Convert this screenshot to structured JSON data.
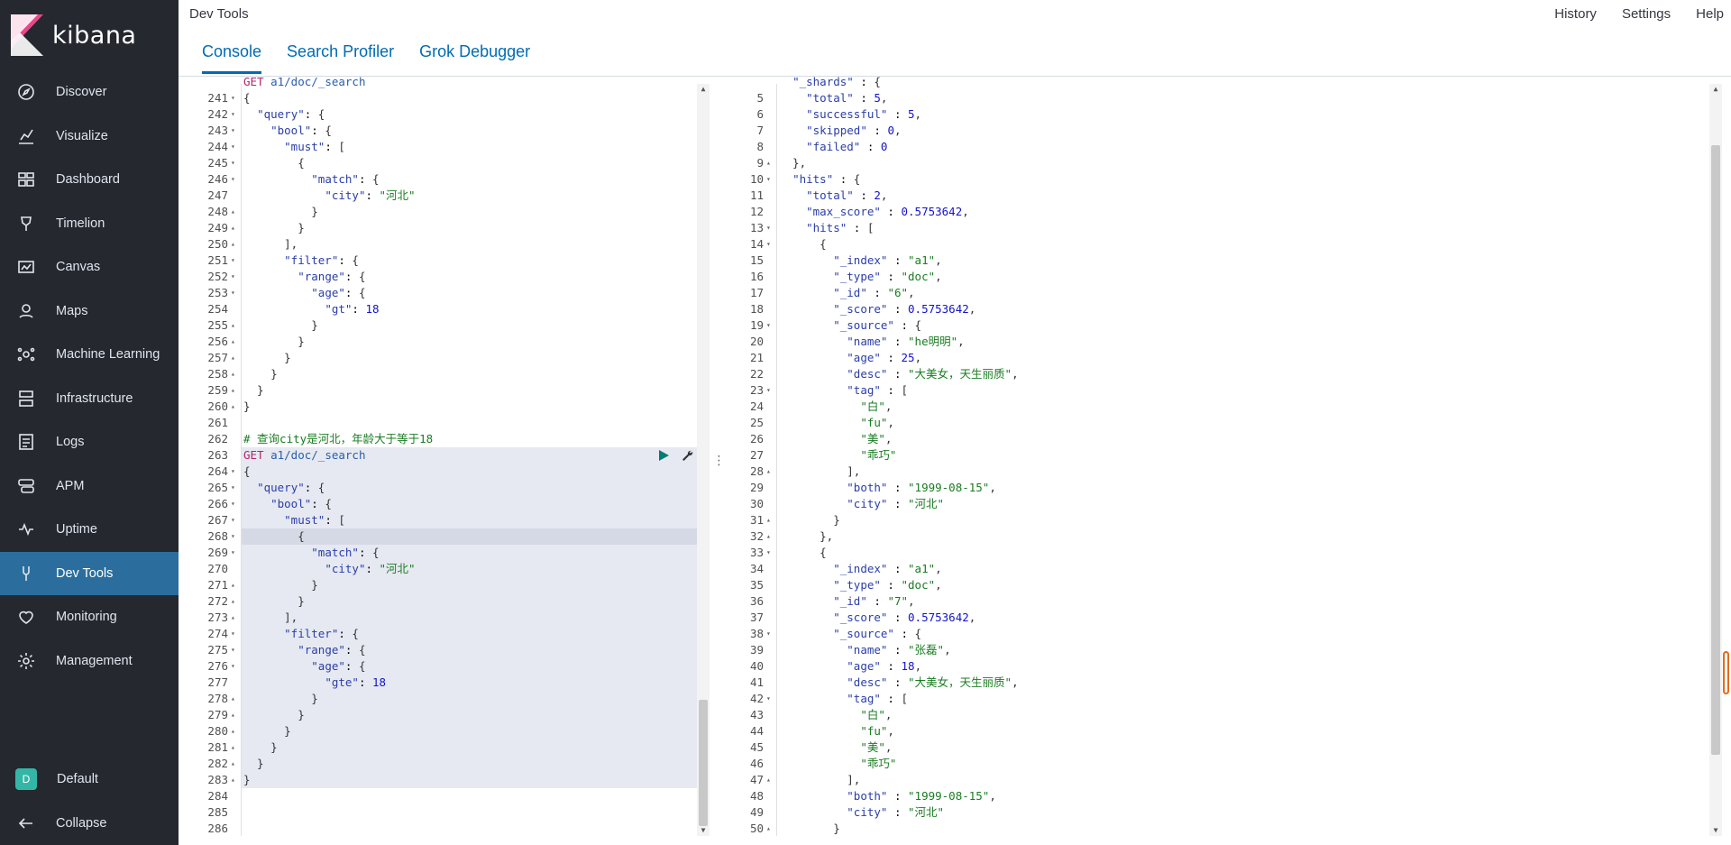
{
  "app": {
    "logo_text": "kibana",
    "title": "Dev Tools",
    "top_links": [
      "History",
      "Settings",
      "Help"
    ],
    "tabs": [
      {
        "label": "Console",
        "active": true
      },
      {
        "label": "Search Profiler",
        "active": false
      },
      {
        "label": "Grok Debugger",
        "active": false
      }
    ]
  },
  "sidebar": {
    "items": [
      {
        "label": "Discover",
        "icon": "compass-icon"
      },
      {
        "label": "Visualize",
        "icon": "chart-icon"
      },
      {
        "label": "Dashboard",
        "icon": "dashboard-icon"
      },
      {
        "label": "Timelion",
        "icon": "timelion-icon"
      },
      {
        "label": "Canvas",
        "icon": "canvas-icon"
      },
      {
        "label": "Maps",
        "icon": "map-icon"
      },
      {
        "label": "Machine Learning",
        "icon": "ml-icon"
      },
      {
        "label": "Infrastructure",
        "icon": "infrastructure-icon"
      },
      {
        "label": "Logs",
        "icon": "logs-icon"
      },
      {
        "label": "APM",
        "icon": "apm-icon"
      },
      {
        "label": "Uptime",
        "icon": "uptime-icon"
      },
      {
        "label": "Dev Tools",
        "icon": "wrench-icon",
        "active": true
      },
      {
        "label": "Monitoring",
        "icon": "heartbeat-icon"
      },
      {
        "label": "Management",
        "icon": "gear-icon"
      }
    ],
    "space": {
      "badge": "D",
      "label": "Default"
    },
    "collapse_label": "Collapse"
  },
  "colors": {
    "sidebar_bg": "#25282f",
    "active_nav": "#2b6e9e",
    "tab_accent": "#006bb4",
    "space_badge": "#34b6a6"
  },
  "request_editor": {
    "partial_top_line": "GET a1/doc/_search",
    "lines": [
      {
        "n": 241,
        "f": "▾",
        "t": "{"
      },
      {
        "n": 242,
        "f": "▾",
        "t": "  \"query\": {"
      },
      {
        "n": 243,
        "f": "▾",
        "t": "    \"bool\": {"
      },
      {
        "n": 244,
        "f": "▾",
        "t": "      \"must\": ["
      },
      {
        "n": 245,
        "f": "▾",
        "t": "        {"
      },
      {
        "n": 246,
        "f": "▾",
        "t": "          \"match\": {"
      },
      {
        "n": 247,
        "f": "",
        "t": "            \"city\": \"河北\""
      },
      {
        "n": 248,
        "f": "▴",
        "t": "          }"
      },
      {
        "n": 249,
        "f": "▴",
        "t": "        }"
      },
      {
        "n": 250,
        "f": "▴",
        "t": "      ],"
      },
      {
        "n": 251,
        "f": "▾",
        "t": "      \"filter\": {"
      },
      {
        "n": 252,
        "f": "▾",
        "t": "        \"range\": {"
      },
      {
        "n": 253,
        "f": "▾",
        "t": "          \"age\": {"
      },
      {
        "n": 254,
        "f": "",
        "t": "            \"gt\": 18"
      },
      {
        "n": 255,
        "f": "▴",
        "t": "          }"
      },
      {
        "n": 256,
        "f": "▴",
        "t": "        }"
      },
      {
        "n": 257,
        "f": "▴",
        "t": "      }"
      },
      {
        "n": 258,
        "f": "▴",
        "t": "    }"
      },
      {
        "n": 259,
        "f": "▴",
        "t": "  }"
      },
      {
        "n": 260,
        "f": "▴",
        "t": "}"
      },
      {
        "n": 261,
        "f": "",
        "t": ""
      },
      {
        "n": 262,
        "f": "",
        "t": "# 查询city是河北，年龄大于等于18"
      },
      {
        "n": 263,
        "f": "",
        "t": "GET a1/doc/_search"
      },
      {
        "n": 264,
        "f": "▾",
        "t": "{"
      },
      {
        "n": 265,
        "f": "▾",
        "t": "  \"query\": {"
      },
      {
        "n": 266,
        "f": "▾",
        "t": "    \"bool\": {"
      },
      {
        "n": 267,
        "f": "▾",
        "t": "      \"must\": ["
      },
      {
        "n": 268,
        "f": "▾",
        "t": "        {"
      },
      {
        "n": 269,
        "f": "▾",
        "t": "          \"match\": {"
      },
      {
        "n": 270,
        "f": "",
        "t": "            \"city\": \"河北\""
      },
      {
        "n": 271,
        "f": "▴",
        "t": "          }"
      },
      {
        "n": 272,
        "f": "▴",
        "t": "        }"
      },
      {
        "n": 273,
        "f": "▴",
        "t": "      ],"
      },
      {
        "n": 274,
        "f": "▾",
        "t": "      \"filter\": {"
      },
      {
        "n": 275,
        "f": "▾",
        "t": "        \"range\": {"
      },
      {
        "n": 276,
        "f": "▾",
        "t": "          \"age\": {"
      },
      {
        "n": 277,
        "f": "",
        "t": "            \"gte\": 18"
      },
      {
        "n": 278,
        "f": "▴",
        "t": "          }"
      },
      {
        "n": 279,
        "f": "▴",
        "t": "        }"
      },
      {
        "n": 280,
        "f": "▴",
        "t": "      }"
      },
      {
        "n": 281,
        "f": "▴",
        "t": "    }"
      },
      {
        "n": 282,
        "f": "▴",
        "t": "  }"
      },
      {
        "n": 283,
        "f": "▴",
        "t": "}"
      },
      {
        "n": 284,
        "f": "",
        "t": ""
      },
      {
        "n": 285,
        "f": "",
        "t": ""
      },
      {
        "n": 286,
        "f": "",
        "t": ""
      }
    ]
  },
  "response_viewer": {
    "partial_top_line": "  \"_shards\" : {",
    "lines": [
      {
        "n": 5,
        "f": "",
        "t": "    \"total\" : 5,"
      },
      {
        "n": 6,
        "f": "",
        "t": "    \"successful\" : 5,"
      },
      {
        "n": 7,
        "f": "",
        "t": "    \"skipped\" : 0,"
      },
      {
        "n": 8,
        "f": "",
        "t": "    \"failed\" : 0"
      },
      {
        "n": 9,
        "f": "▴",
        "t": "  },"
      },
      {
        "n": 10,
        "f": "▾",
        "t": "  \"hits\" : {"
      },
      {
        "n": 11,
        "f": "",
        "t": "    \"total\" : 2,"
      },
      {
        "n": 12,
        "f": "",
        "t": "    \"max_score\" : 0.5753642,"
      },
      {
        "n": 13,
        "f": "▾",
        "t": "    \"hits\" : ["
      },
      {
        "n": 14,
        "f": "▾",
        "t": "      {"
      },
      {
        "n": 15,
        "f": "",
        "t": "        \"_index\" : \"a1\","
      },
      {
        "n": 16,
        "f": "",
        "t": "        \"_type\" : \"doc\","
      },
      {
        "n": 17,
        "f": "",
        "t": "        \"_id\" : \"6\","
      },
      {
        "n": 18,
        "f": "",
        "t": "        \"_score\" : 0.5753642,"
      },
      {
        "n": 19,
        "f": "▾",
        "t": "        \"_source\" : {"
      },
      {
        "n": 20,
        "f": "",
        "t": "          \"name\" : \"he明明\","
      },
      {
        "n": 21,
        "f": "",
        "t": "          \"age\" : 25,"
      },
      {
        "n": 22,
        "f": "",
        "t": "          \"desc\" : \"大美女，天生丽质\","
      },
      {
        "n": 23,
        "f": "▾",
        "t": "          \"tag\" : ["
      },
      {
        "n": 24,
        "f": "",
        "t": "            \"白\","
      },
      {
        "n": 25,
        "f": "",
        "t": "            \"fu\","
      },
      {
        "n": 26,
        "f": "",
        "t": "            \"美\","
      },
      {
        "n": 27,
        "f": "",
        "t": "            \"乖巧\""
      },
      {
        "n": 28,
        "f": "▴",
        "t": "          ],"
      },
      {
        "n": 29,
        "f": "",
        "t": "          \"both\" : \"1999-08-15\","
      },
      {
        "n": 30,
        "f": "",
        "t": "          \"city\" : \"河北\""
      },
      {
        "n": 31,
        "f": "▴",
        "t": "        }"
      },
      {
        "n": 32,
        "f": "▴",
        "t": "      },"
      },
      {
        "n": 33,
        "f": "▾",
        "t": "      {"
      },
      {
        "n": 34,
        "f": "",
        "t": "        \"_index\" : \"a1\","
      },
      {
        "n": 35,
        "f": "",
        "t": "        \"_type\" : \"doc\","
      },
      {
        "n": 36,
        "f": "",
        "t": "        \"_id\" : \"7\","
      },
      {
        "n": 37,
        "f": "",
        "t": "        \"_score\" : 0.5753642,"
      },
      {
        "n": 38,
        "f": "▾",
        "t": "        \"_source\" : {"
      },
      {
        "n": 39,
        "f": "",
        "t": "          \"name\" : \"张磊\","
      },
      {
        "n": 40,
        "f": "",
        "t": "          \"age\" : 18,"
      },
      {
        "n": 41,
        "f": "",
        "t": "          \"desc\" : \"大美女，天生丽质\","
      },
      {
        "n": 42,
        "f": "▾",
        "t": "          \"tag\" : ["
      },
      {
        "n": 43,
        "f": "",
        "t": "            \"白\","
      },
      {
        "n": 44,
        "f": "",
        "t": "            \"fu\","
      },
      {
        "n": 45,
        "f": "",
        "t": "            \"美\","
      },
      {
        "n": 46,
        "f": "",
        "t": "            \"乖巧\""
      },
      {
        "n": 47,
        "f": "▴",
        "t": "          ],"
      },
      {
        "n": 48,
        "f": "",
        "t": "          \"both\" : \"1999-08-15\","
      },
      {
        "n": 49,
        "f": "",
        "t": "          \"city\" : \"河北\""
      },
      {
        "n": 50,
        "f": "▴",
        "t": "        }"
      }
    ]
  }
}
